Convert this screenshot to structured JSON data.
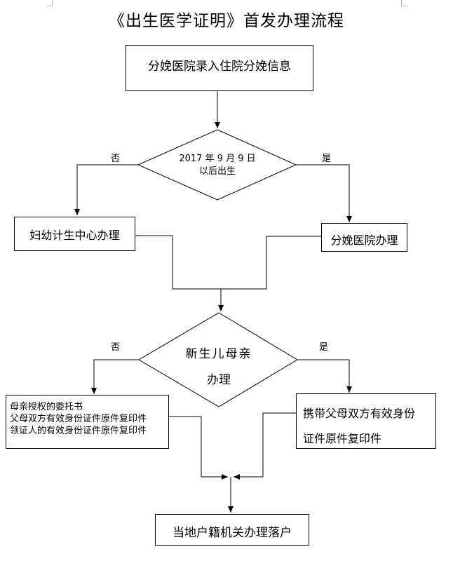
{
  "title": "《出生医学证明》首发办理流程",
  "nodes": {
    "start": "分娩医院录入住院分娩信息",
    "decision1_line1": "2017 年 9 月 9 日",
    "decision1_line2": "以后出生",
    "no_branch1": "妇幼计生中心办理",
    "yes_branch1": "分娩医院办理",
    "decision2_line1": "新生儿母亲",
    "decision2_line2": "办理",
    "no_branch2_lines": [
      "母亲授权的委托书",
      "父母双方有效身份证件原件复印件",
      "领证人的有效身份证件原件复印件"
    ],
    "yes_branch2_line1": "携带父母双方有效身份",
    "yes_branch2_line2": "证件原件复印件",
    "end": "当地户籍机关办理落户"
  },
  "labels": {
    "no": "否",
    "yes": "是"
  }
}
